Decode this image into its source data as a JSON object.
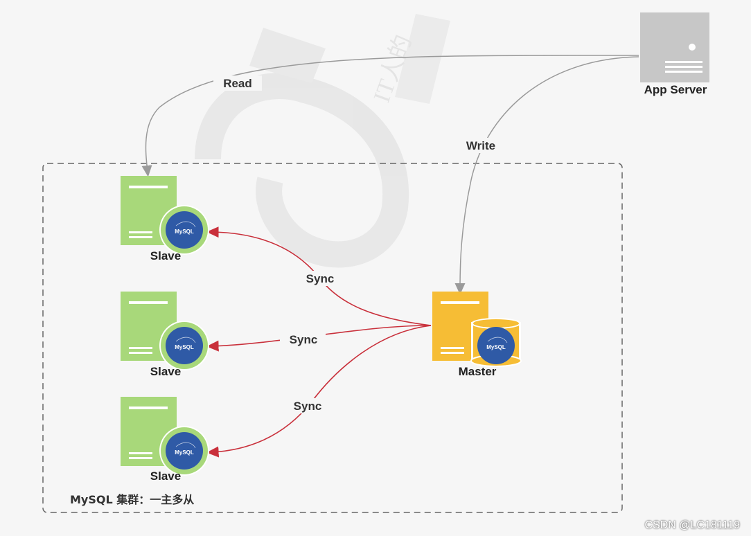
{
  "watermark": {
    "text": "IT人的"
  },
  "nodes": {
    "app_server": {
      "label": "App Server"
    },
    "slave_1": {
      "label": "Slave",
      "badge": "MySQL"
    },
    "slave_2": {
      "label": "Slave",
      "badge": "MySQL"
    },
    "slave_3": {
      "label": "Slave",
      "badge": "MySQL"
    },
    "master": {
      "label": "Master",
      "badge": "MySQL"
    }
  },
  "edges": {
    "read": {
      "label": "Read"
    },
    "write": {
      "label": "Write"
    },
    "sync_1": {
      "label": "Sync"
    },
    "sync_2": {
      "label": "Sync"
    },
    "sync_3": {
      "label": "Sync"
    }
  },
  "cluster": {
    "label": "MySQL 集群：一主多从"
  },
  "footer": {
    "credit": "CSDN @LC181119"
  },
  "colors": {
    "slave": "#a8d87a",
    "slave_dark": "#8cc35e",
    "master": "#f6bd35",
    "server": "#c7c7c7",
    "mysql_badge": "#2f5aa6",
    "sync_edge": "#c9303b",
    "flow_edge": "#9a9a9a"
  }
}
